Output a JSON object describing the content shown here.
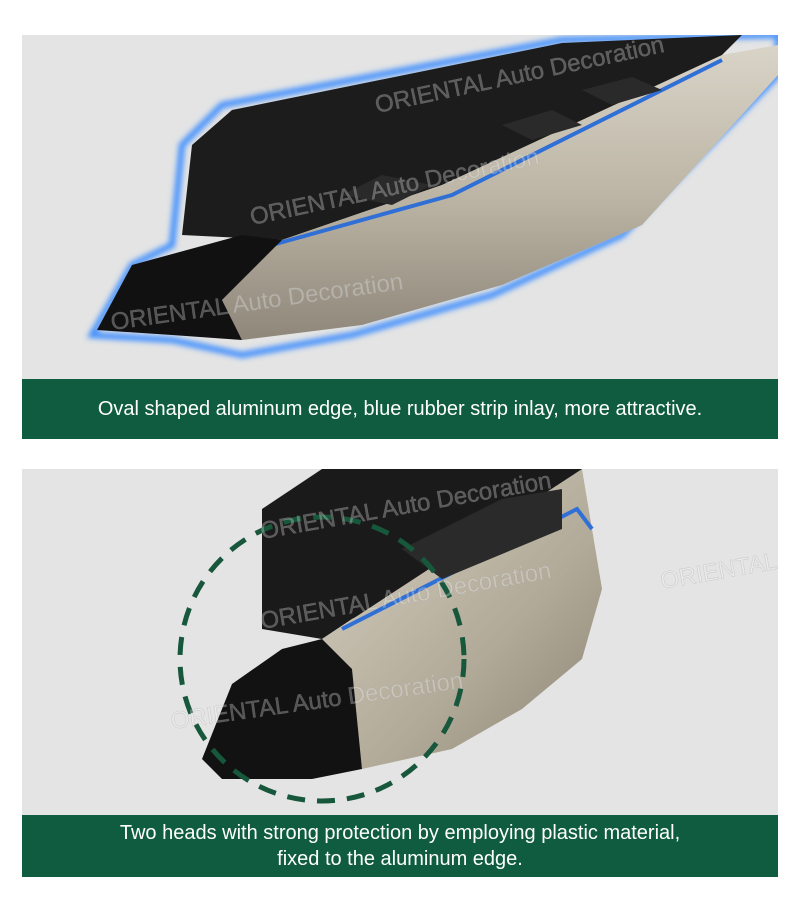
{
  "watermark": "ORIENTAL Auto Decoration",
  "colors": {
    "caption_bg": "#0f5c40",
    "photo_bg": "#e4e4e4",
    "rubber_strip": "#2f6fd6",
    "highlight_circle": "#17573b"
  },
  "panels": [
    {
      "caption": "Oval shaped aluminum edge, blue rubber strip inlay, more attractive."
    },
    {
      "caption_line1": "Two heads with strong protection by employing plastic material,",
      "caption_line2": "fixed to the aluminum edge."
    }
  ]
}
